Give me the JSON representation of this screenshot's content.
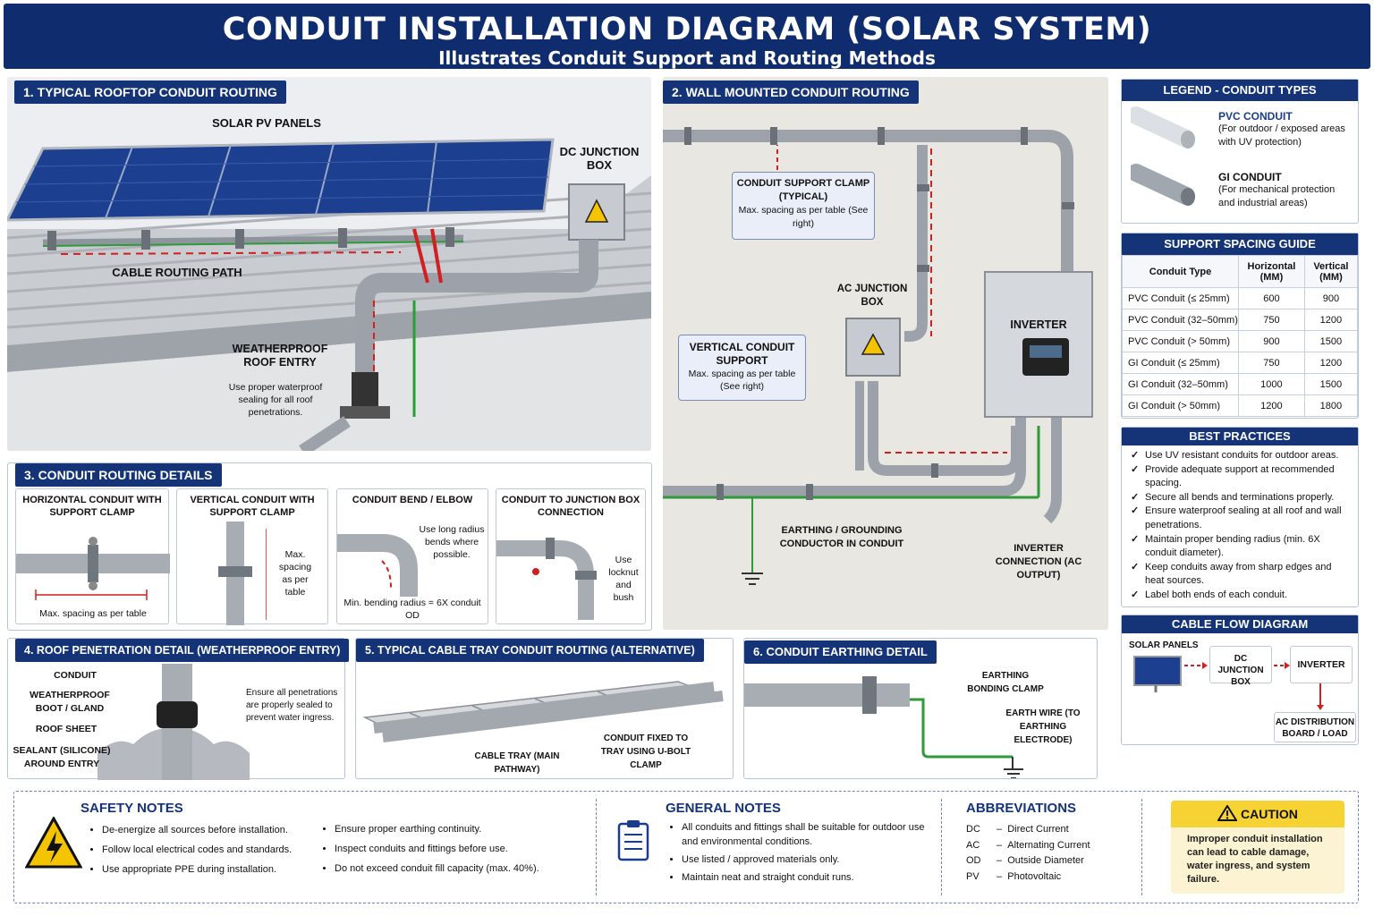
{
  "header": {
    "title": "CONDUIT INSTALLATION DIAGRAM (SOLAR SYSTEM)",
    "subtitle": "Illustrates Conduit Support and Routing Methods"
  },
  "s1": {
    "tab": "1. TYPICAL ROOFTOP CONDUIT ROUTING",
    "panels": "SOLAR PV PANELS",
    "dcbox": "DC JUNCTION BOX",
    "cable": "CABLE ROUTING PATH",
    "entry": "WEATHERPROOF ROOF ENTRY",
    "entry_note": "Use proper waterproof sealing for all roof penetrations."
  },
  "s2": {
    "tab": "2. WALL MOUNTED CONDUIT ROUTING",
    "clamp_t": "CONDUIT SUPPORT CLAMP (TYPICAL)",
    "clamp_n": "Max. spacing as per table (See right)",
    "acbox": "AC JUNCTION BOX",
    "inverter": "INVERTER",
    "vert_t": "VERTICAL CONDUIT SUPPORT",
    "vert_n": "Max. spacing as per table (See right)",
    "earth": "EARTHING / GROUNDING CONDUCTOR IN CONDUIT",
    "inv_conn": "INVERTER CONNECTION (AC OUTPUT)"
  },
  "s3": {
    "tab": "3. CONDUIT ROUTING DETAILS",
    "h_t": "HORIZONTAL CONDUIT WITH SUPPORT CLAMP",
    "h_n": "Max. spacing as per table",
    "v_t": "VERTICAL CONDUIT WITH SUPPORT CLAMP",
    "v_n": "Max. spacing as per table",
    "b_t": "CONDUIT BEND / ELBOW",
    "b_n1": "Use long radius bends where possible.",
    "b_n2": "Min. bending radius = 6X conduit OD",
    "j_t": "CONDUIT TO JUNCTION BOX CONNECTION",
    "j_n": "Use locknut and bush"
  },
  "s4": {
    "tab": "4. ROOF PENETRATION DETAIL (WEATHERPROOF ENTRY)",
    "conduit": "CONDUIT",
    "boot": "WEATHERPROOF BOOT / GLAND",
    "sheet": "ROOF SHEET",
    "sealant": "SEALANT (SILICONE) AROUND ENTRY",
    "note": "Ensure all penetrations are properly sealed to prevent water ingress."
  },
  "s5": {
    "tab": "5. TYPICAL CABLE TRAY CONDUIT ROUTING (ALTERNATIVE)",
    "tray": "CABLE TRAY (MAIN PATHWAY)",
    "ubolt": "CONDUIT FIXED TO TRAY USING U-BOLT CLAMP"
  },
  "s6": {
    "tab": "6. CONDUIT EARTHING DETAIL",
    "clamp": "EARTHING BONDING CLAMP",
    "wire": "EARTH WIRE (TO EARTHING ELECTRODE)"
  },
  "legend": {
    "title": "LEGEND - CONDUIT TYPES",
    "pvc_t": "PVC CONDUIT",
    "pvc_n": "(For outdoor / exposed areas with UV protection)",
    "gi_t": "GI CONDUIT",
    "gi_n": "(For mechanical protection and industrial areas)"
  },
  "spacing": {
    "title": "SUPPORT SPACING GUIDE",
    "headers": [
      "Conduit Type",
      "Horizontal (MM)",
      "Vertical (MM)"
    ],
    "rows": [
      [
        "PVC Conduit (≤ 25mm)",
        "600",
        "900"
      ],
      [
        "PVC Conduit (32–50mm)",
        "750",
        "1200"
      ],
      [
        "PVC Conduit (> 50mm)",
        "900",
        "1500"
      ],
      [
        "GI Conduit (≤ 25mm)",
        "750",
        "1200"
      ],
      [
        "GI Conduit (32–50mm)",
        "1000",
        "1500"
      ],
      [
        "GI Conduit (> 50mm)",
        "1200",
        "1800"
      ]
    ]
  },
  "best": {
    "title": "BEST PRACTICES",
    "items": [
      "Use UV resistant conduits for outdoor areas.",
      "Provide adequate support at recommended spacing.",
      "Secure all bends and terminations properly.",
      "Ensure waterproof sealing at all roof and wall penetrations.",
      "Maintain proper bending radius (min. 6X conduit diameter).",
      "Keep conduits away from sharp edges and heat sources.",
      "Label both ends of each conduit."
    ]
  },
  "flow": {
    "title": "CABLE FLOW DIAGRAM",
    "panels": "SOLAR PANELS",
    "dc": "DC JUNCTION BOX",
    "inv": "INVERTER",
    "ac": "AC DISTRIBUTION BOARD / LOAD"
  },
  "safety": {
    "title": "SAFETY NOTES",
    "items": [
      "De-energize all sources before installation.",
      "Follow local electrical codes and standards.",
      "Use appropriate PPE during installation.",
      "Ensure proper earthing continuity.",
      "Inspect conduits and fittings before use.",
      "Do not exceed conduit fill capacity (max. 40%)."
    ]
  },
  "general": {
    "title": "GENERAL NOTES",
    "items": [
      "All conduits and fittings shall be suitable for outdoor use and environmental conditions.",
      "Use listed / approved materials only.",
      "Maintain neat and straight conduit runs."
    ]
  },
  "abbr": {
    "title": "ABBREVIATIONS",
    "items": [
      [
        "DC",
        "Direct Current"
      ],
      [
        "AC",
        "Alternating Current"
      ],
      [
        "OD",
        "Outside Diameter"
      ],
      [
        "PV",
        "Photovoltaic"
      ]
    ]
  },
  "caution": {
    "title": "CAUTION",
    "text": "Improper conduit installation can lead to cable damage, water ingress, and system failure."
  }
}
